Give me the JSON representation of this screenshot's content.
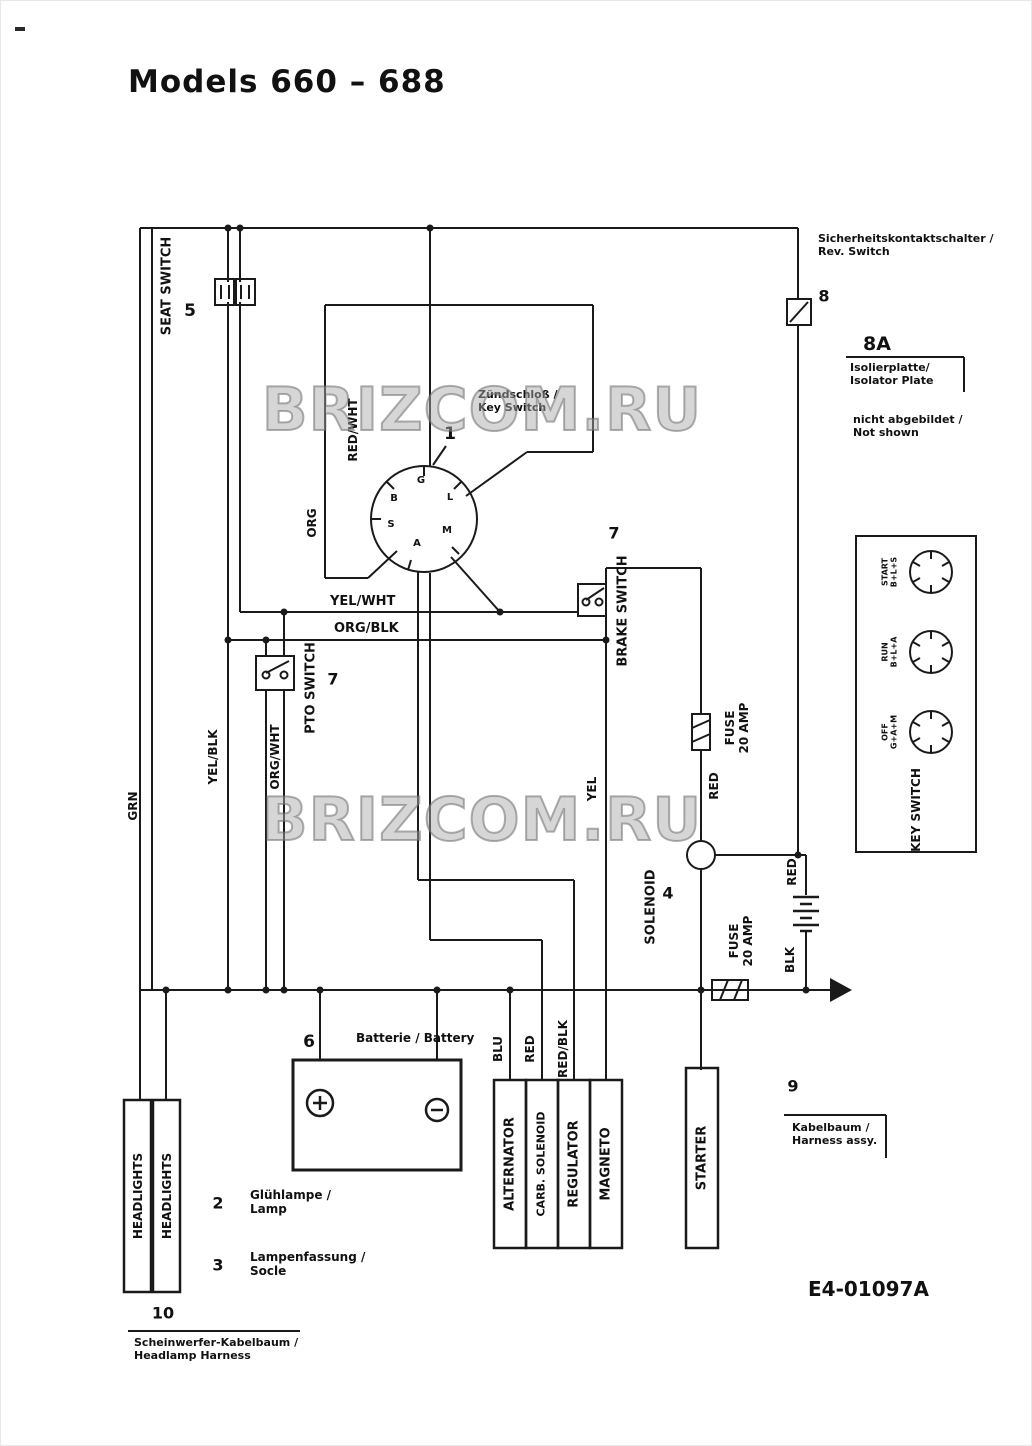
{
  "title": "Models 660 – 688",
  "watermark": "BRIZCOM.RU",
  "doc_number": "E4-01097A",
  "colors": {
    "ink": "#1a1a1a",
    "watermark_gray": "#aaaaaa"
  },
  "seat_switch": {
    "label": "SEAT SWITCH",
    "number": "5"
  },
  "key_switch": {
    "number": "1",
    "caption_line1": "Zündschloß /",
    "caption_line2": "Key Switch",
    "terminals": {
      "g": "G",
      "b": "B",
      "l": "L",
      "s": "S",
      "a": "A",
      "m": "M"
    }
  },
  "brake_switch": {
    "label": "BRAKE SWITCH",
    "number": "7"
  },
  "pto_switch": {
    "label": "PTO SWITCH",
    "number": "7"
  },
  "solenoid": {
    "label": "SOLENOID",
    "number": "4"
  },
  "fuse_upper": {
    "line1": "FUSE",
    "line2": "20 AMP"
  },
  "fuse_lower": {
    "line1": "FUSE",
    "line2": "20 AMP"
  },
  "starter": {
    "label": "STARTER"
  },
  "engine_components": {
    "alternator": "ALTERNATOR",
    "carb_solenoid": "CARB. SOLENOID",
    "regulator": "REGULATOR",
    "magneto": "MAGNETO"
  },
  "battery": {
    "number": "6",
    "caption": "Batterie / Battery"
  },
  "headlights": {
    "left": "HEADLIGHTS",
    "right": "HEADLIGHTS"
  },
  "rev_switch": {
    "number": "8",
    "caption_line1": "Sicherheitskontaktschalter /",
    "caption_line2": "Rev. Switch"
  },
  "isolator_plate": {
    "number": "8A",
    "caption_line1": "Isolierplatte/",
    "caption_line2": "Isolator Plate",
    "note_line1": "nicht abgebildet /",
    "note_line2": "Not shown"
  },
  "harness": {
    "number": "9",
    "caption_line1": "Kabelbaum /",
    "caption_line2": "Harness assy."
  },
  "headlamp_harness": {
    "number": "10",
    "caption_line1": "Scheinwerfer-Kabelbaum /",
    "caption_line2": "Headlamp Harness"
  },
  "lamp": {
    "number": "2",
    "caption_line1": "Glühlampe /",
    "caption_line2": "Lamp"
  },
  "socket": {
    "number": "3",
    "caption_line1": "Lampenfassung /",
    "caption_line2": "Socle"
  },
  "wires": {
    "red_wht": "RED/WHT",
    "org": "ORG",
    "yel_wht": "YEL/WHT",
    "org_blk": "ORG/BLK",
    "yel_blk": "YEL/BLK",
    "org_wht": "ORG/WHT",
    "grn": "GRN",
    "yel": "YEL",
    "red_fuse": "RED",
    "red_battery": "RED",
    "blk": "BLK",
    "blu": "BLU",
    "red_carb": "RED",
    "red_blk": "RED/BLK"
  },
  "key_chart": {
    "label": "KEY SWITCH",
    "rows": [
      {
        "name": "START",
        "terminals": "B+L+S"
      },
      {
        "name": "RUN",
        "terminals": "B+L+A"
      },
      {
        "name": "OFF",
        "terminals": "G+A+M"
      }
    ]
  }
}
